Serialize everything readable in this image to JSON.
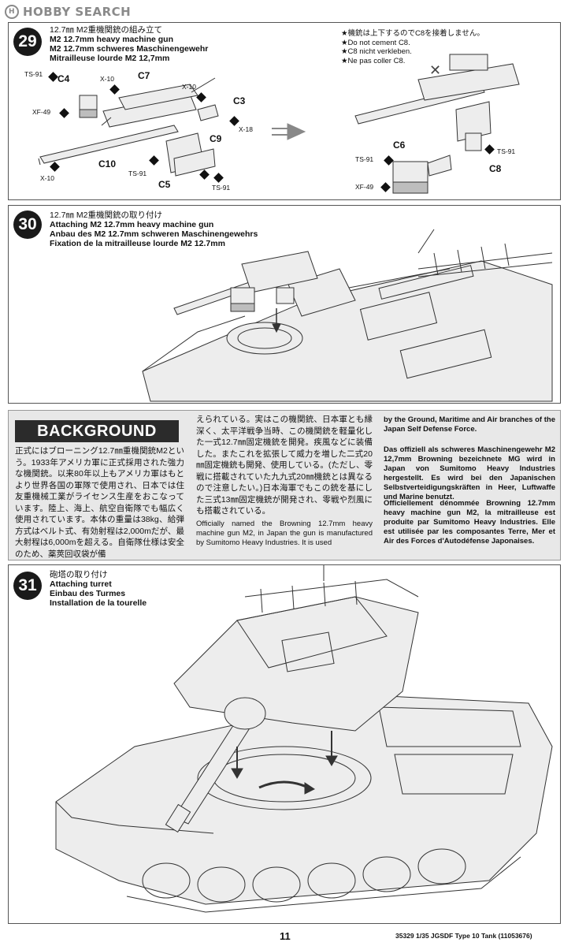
{
  "watermark": {
    "text": "HOBBY SEARCH"
  },
  "step29": {
    "number": "29",
    "title_ja": "12.7㎜ M2重機関銃の組み立て",
    "title_en": "M2 12.7mm heavy machine gun",
    "title_de": "M2 12.7mm schweres Maschinengewehr",
    "title_fr": "Mitrailleuse lourde M2 12,7mm",
    "notes": [
      "★機銃は上下するのでC8を接着しません。",
      "★Do not cement C8.",
      "★C8 nicht verkleben.",
      "★Ne pas coller C8."
    ],
    "parts": {
      "c4": "C4",
      "c7": "C7",
      "c3": "C3",
      "c9": "C9",
      "c10": "C10",
      "c5": "C5",
      "c6": "C6",
      "c8": "C8"
    },
    "paints": {
      "ts91_a": "TS-91",
      "x10_a": "X-10",
      "x10_b": "X-10",
      "xf49_a": "XF-49",
      "x18": "X-18",
      "x10_c": "X-10",
      "ts91_b": "TS-91",
      "ts91_c": "TS-91",
      "ts91_d": "TS-91",
      "ts91_e": "TS-91",
      "xf49_b": "XF-49"
    }
  },
  "step30": {
    "number": "30",
    "title_ja": "12.7㎜ M2重機関銃の取り付け",
    "title_en": "Attaching M2 12.7mm heavy machine gun",
    "title_de": "Anbau des M2 12.7mm schweren Maschinengewehrs",
    "title_fr": "Fixation de la mitrailleuse lourde M2 12.7mm"
  },
  "background": {
    "title": "BACKGROUND",
    "ja_1": "正式にはブローニング12.7㎜重機関銃M2という。1933年アメリカ軍に正式採用された強力な機関銃。以来80年以上もアメリカ軍はもとより世界各国の軍隊で使用され、日本では住友重機械工業がライセンス生産をおこなっています。陸上、海上、航空自衛隊でも幅広く使用されています。本体の重量は38kg、給弾方式はベルト式、有効射程は2,000mだが、最大射程は6,000mを超える。自衛隊仕様は安全のため、薬莢回収袋が備",
    "ja_2": "えられている。実はこの機関銃、日本軍とも縁深く、太平洋戦争当時、この機関銃を軽量化した一式12.7㎜固定機銃を開発。疾風などに装備した。またこれを拡張して威力を増した二式20㎜固定機銃も開発、使用している。(ただし、零戦に搭載されていた九九式20㎜機銃とは異なるので注意したい。)日本海軍でもこの銃を基にした三式13㎜固定機銃が開発され、零戦や烈風にも搭載されている。",
    "en_1": "Officially named the Browning 12.7mm heavy machine gun M2, in Japan the gun is manufactured by Sumitomo Heavy Industries. It is used",
    "en_2": "by the Ground, Maritime and Air branches of the Japan Self Defense Force.",
    "de": "Das offiziell als schweres Maschinengewehr M2 12,7mm Browning bezeichnete MG wird in Japan von Sumitomo Heavy Industries hergestellt. Es wird bei den Japanischen Selbstverteidigungskräften in Heer, Luftwaffe und Marine benutzt.",
    "fr": "Officiellement dénommée Browning 12.7mm heavy machine gun M2, la mitrailleuse est produite par Sumitomo Heavy Industries. Elle est utilisée par les composantes Terre, Mer et Air des Forces d'Autodéfense Japonaises."
  },
  "step31": {
    "number": "31",
    "title_ja": "砲塔の取り付け",
    "title_en": "Attaching turret",
    "title_de": "Einbau des Turmes",
    "title_fr": "Installation de la tourelle"
  },
  "footer": {
    "page": "11",
    "ref": "35329 1/35 JGSDF Type 10 Tank (11053676)"
  }
}
